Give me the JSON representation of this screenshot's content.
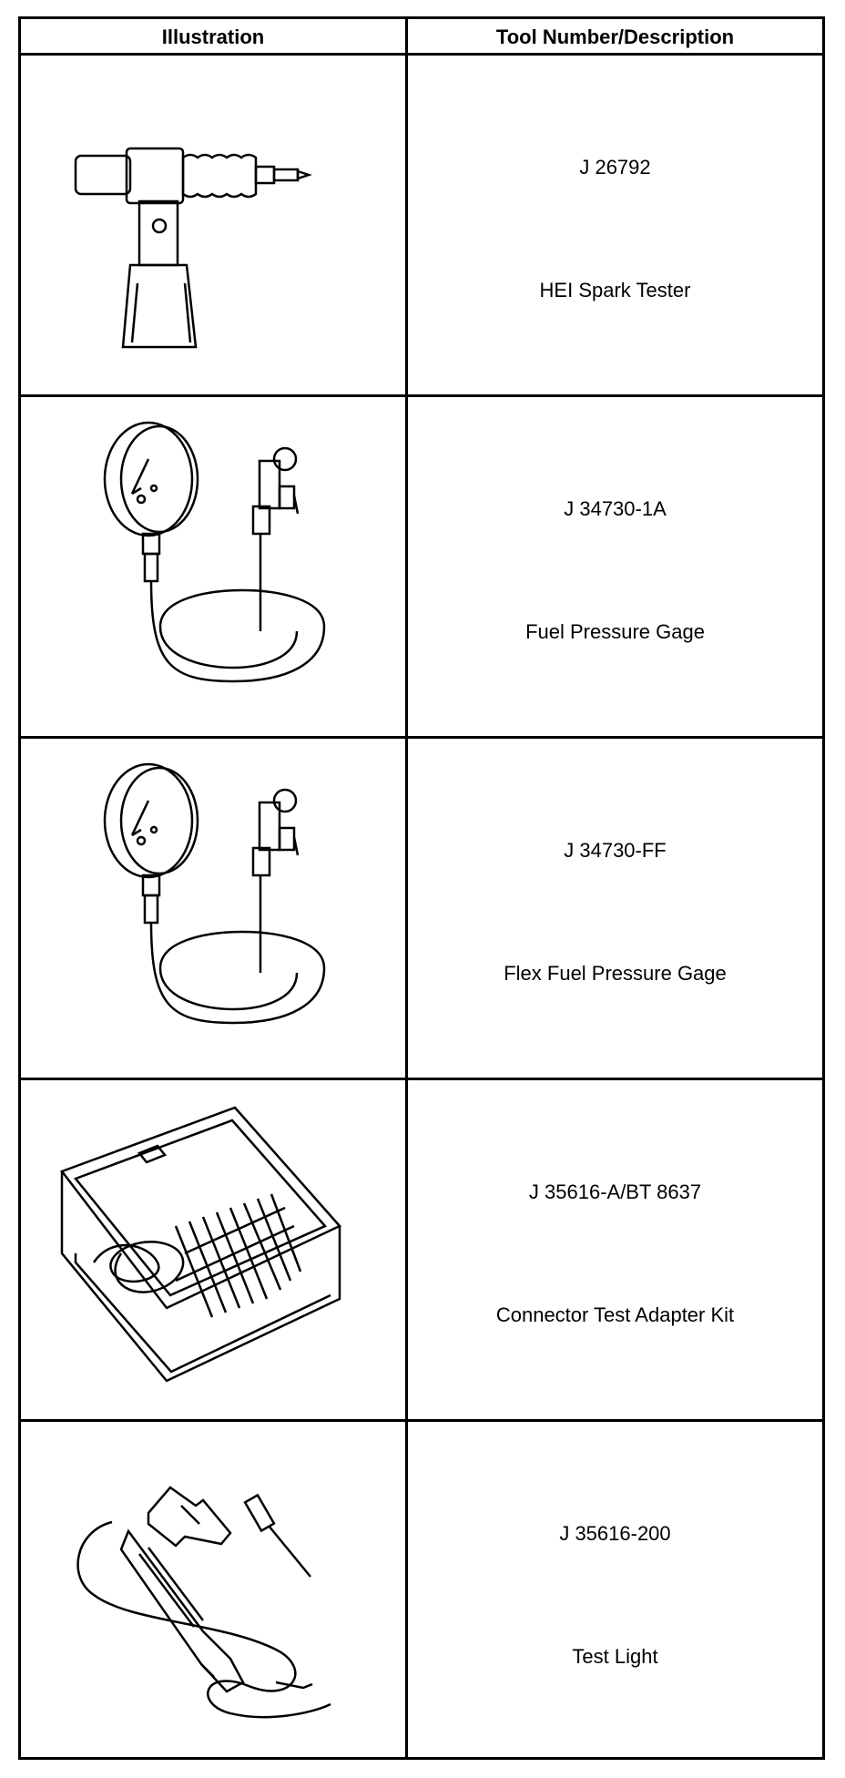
{
  "table": {
    "headers": {
      "illustration": "Illustration",
      "description": "Tool Number/Description"
    },
    "rows": [
      {
        "tool_number": "J 26792",
        "description": "HEI Spark Tester",
        "illustration_icon": "hei-spark-tester-icon"
      },
      {
        "tool_number": "J 34730-1A",
        "description": "Fuel Pressure Gage",
        "illustration_icon": "fuel-pressure-gage-icon"
      },
      {
        "tool_number": "J 34730-FF",
        "description": "Flex Fuel Pressure Gage",
        "illustration_icon": "flex-fuel-pressure-gage-icon"
      },
      {
        "tool_number": "J 35616-A/BT 8637",
        "description": "Connector Test Adapter Kit",
        "illustration_icon": "connector-test-adapter-kit-icon"
      },
      {
        "tool_number": "J 35616-200",
        "description": "Test Light",
        "illustration_icon": "test-light-icon"
      }
    ]
  }
}
